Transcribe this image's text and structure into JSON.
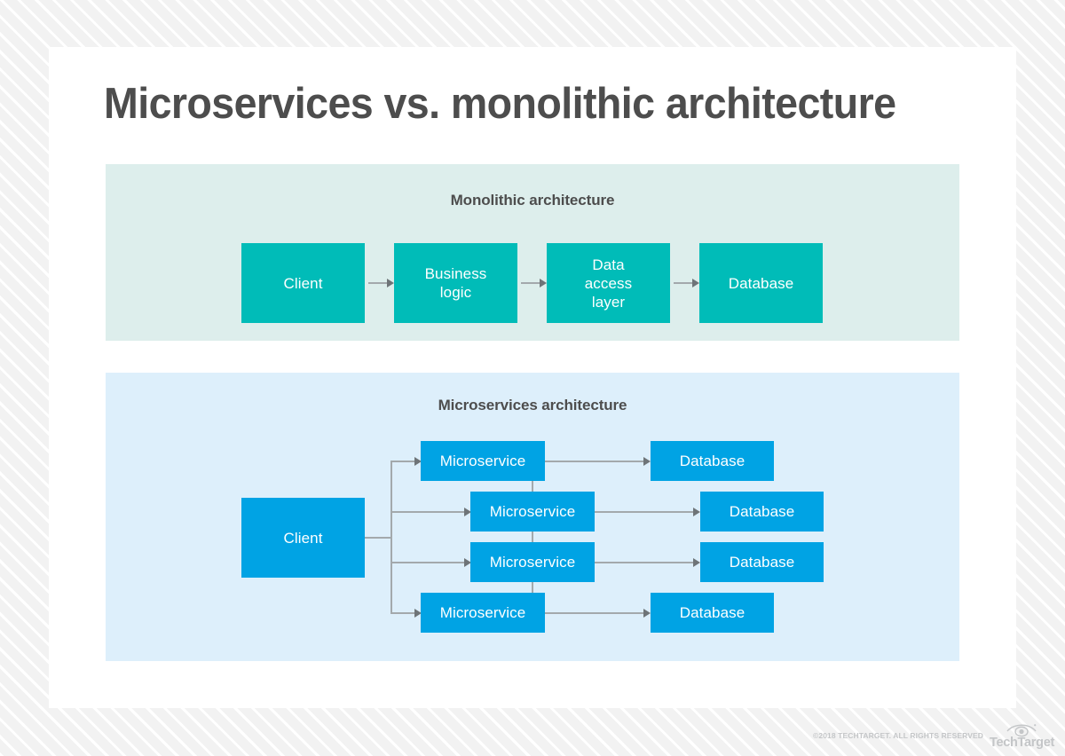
{
  "page": {
    "title": "Microservices vs. monolithic architecture"
  },
  "monolithic": {
    "heading": "Monolithic architecture",
    "nodes": [
      {
        "label": "Client"
      },
      {
        "label": "Business\nlogic"
      },
      {
        "label": "Data\naccess\nlayer"
      },
      {
        "label": "Database"
      }
    ]
  },
  "microservices": {
    "heading": "Microservices architecture",
    "client": {
      "label": "Client"
    },
    "rows": [
      {
        "service": "Microservice",
        "database": "Database"
      },
      {
        "service": "Microservice",
        "database": "Database"
      },
      {
        "service": "Microservice",
        "database": "Database"
      },
      {
        "service": "Microservice",
        "database": "Database"
      }
    ]
  },
  "footer": {
    "copyright": "©2018 TECHTARGET. ALL RIGHTS RESERVED",
    "brand": "TechTarget",
    "logo_icon": "eye-icon"
  },
  "colors": {
    "teal": "#00bcb8",
    "blue": "#00a3e4",
    "panel_mint": "#ddeeec",
    "panel_blue": "#ddeffb",
    "title_gray": "#4d4d4d",
    "connector_gray": "#a3a9ac"
  }
}
